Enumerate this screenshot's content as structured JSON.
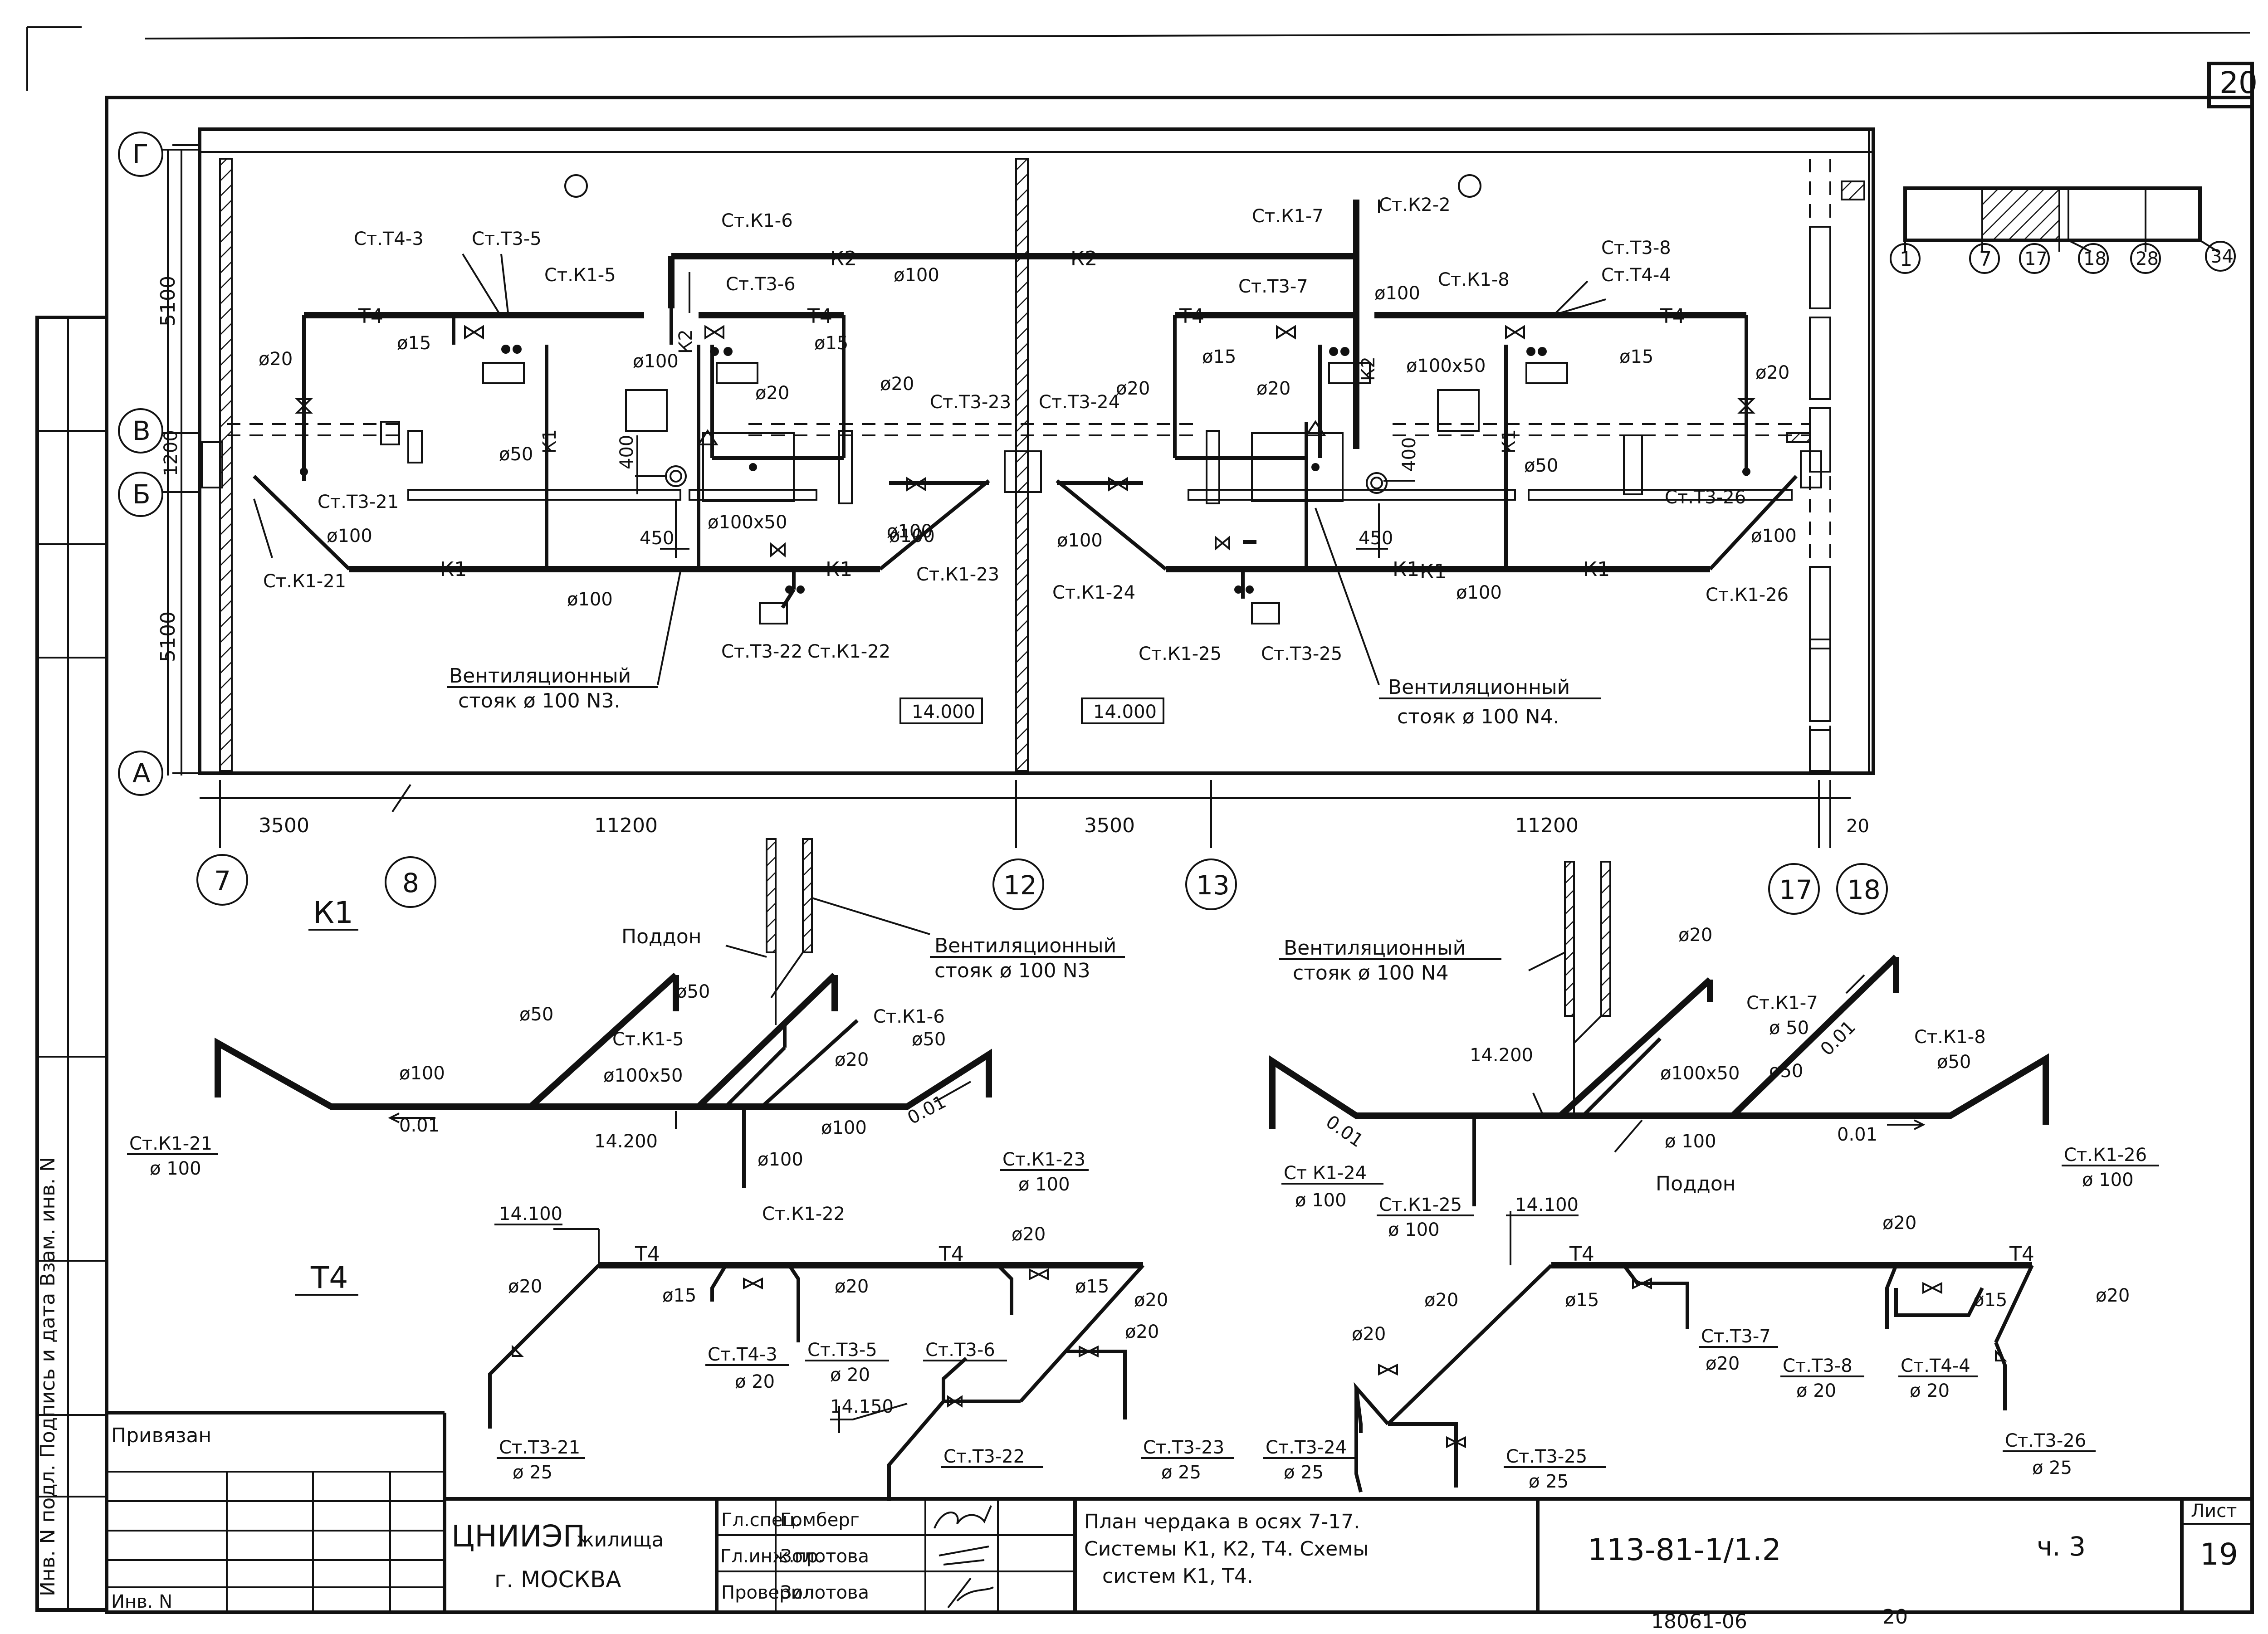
{
  "sheet": {
    "page_number": "20",
    "sheet_number": "19",
    "sheet_label": "Лист",
    "doc_code": "113-81-1/1.2",
    "part": "ч. 3",
    "bottom_note": "18061-06",
    "bottom_note_2": "20"
  },
  "title_block": {
    "privyazan": "Привязан",
    "inv": "Инв. N",
    "org_1": "ЦНИИЭП",
    "org_2": "жилища",
    "org_city": "г. МОСКВА",
    "roles": [
      "Гл.спец.",
      "Гл.инж.пр.",
      "Проверил"
    ],
    "names": [
      "Гомберг",
      "Золотова",
      "Золотова"
    ],
    "title_lines": [
      "План чердака в осях 7-17.",
      "Системы К1, К2, Т4. Схемы",
      "систем К1, Т4."
    ],
    "left_margin_stamp": "Инв. N подл. Подпись и дата Взам. инв. N"
  },
  "key_plan": {
    "labels": [
      "1",
      "7",
      "17",
      "18",
      "28",
      "34"
    ]
  },
  "plan": {
    "axes_rows": [
      "Г",
      "В",
      "Б",
      "А"
    ],
    "axes_cols": [
      "7",
      "8",
      "12",
      "13",
      "17",
      "18"
    ],
    "dims_bottom": [
      "3500",
      "11200",
      "3500",
      "11200",
      "20"
    ],
    "dims_left": [
      "5100",
      "1200",
      "5100"
    ],
    "dims_local": [
      "400",
      "450",
      "400",
      "450"
    ],
    "risers": [
      "Ст.Т4-3",
      "Ст.Т3-5",
      "Ст.К1-5",
      "Ст.К1-6",
      "Ст.Т3-6",
      "Ст.Т3-23",
      "Ст.Т3-24",
      "Ст.К1-7",
      "Ст.Т3-7",
      "Ст.К2-2",
      "Ст.К1-8",
      "Ст.Т3-8",
      "Ст.Т4-4",
      "Ст.Т3-21",
      "Ст.К1-21",
      "Ст.К1-23",
      "Ст.К1-24",
      "Ст.Т3-26",
      "Ст.К1-26",
      "Ст.Т3-22",
      "Ст.К1-22",
      "Ст.К1-25",
      "Ст.Т3-25"
    ],
    "pipe_labels": [
      "К2",
      "К2",
      "Т4",
      "Т4",
      "Т4",
      "Т4",
      "К1",
      "К1",
      "К1",
      "К1",
      "К1",
      "К2",
      "К1",
      "К2",
      "К1"
    ],
    "diameters": [
      "ø100",
      "ø20",
      "ø15",
      "ø15",
      "ø100",
      "ø20",
      "ø20",
      "ø50",
      "ø100",
      "ø100x50",
      "ø100",
      "ø100",
      "ø20",
      "ø15",
      "ø20",
      "ø100x50",
      "ø15",
      "ø20",
      "ø50",
      "ø100",
      "ø100",
      "ø100",
      "ø100",
      "ø100"
    ],
    "level_marks": [
      "14.000",
      "14.000"
    ],
    "vent_1": [
      "Вентиляционный",
      "стояк ø 100 N3."
    ],
    "vent_2": [
      "Вентиляционный",
      "стояк ø 100 N4."
    ]
  },
  "scheme_k1": {
    "title": "К1",
    "poddon": "Поддон",
    "vent_left": [
      "Вентиляционный",
      "стояк ø 100 N3"
    ],
    "vent_right": [
      "Вентиляционный",
      "стояк ø 100 N4"
    ],
    "labels": [
      "Ст.К1-21",
      "ø 100",
      "ø100",
      "0.01",
      "ø50",
      "Ст.К1-5",
      "ø50",
      "ø100x50",
      "Ст.К1-6",
      "ø50",
      "ø20",
      "14.200",
      "ø100",
      "ø100",
      "Ст.К1-22",
      "0.01",
      "Ст.К1-23",
      "ø 100",
      "ø20",
      "Ст.К1-7",
      "ø 50",
      "0.01",
      "ø50",
      "Ст.К1-8",
      "ø50",
      "14.200",
      "ø100x50",
      "Ст К1-24",
      "ø 100",
      "0.01",
      "Ст.К1-25",
      "ø 100",
      "ø 100",
      "Поддон",
      "0.01",
      "Ст.К1-26",
      "ø 100"
    ]
  },
  "scheme_t4": {
    "title": "Т4",
    "labels": [
      "14.100",
      "Т4",
      "Т4",
      "ø20",
      "ø20",
      "ø15",
      "ø20",
      "ø15",
      "ø20",
      "Ст.Т4-3",
      "ø 20",
      "Ст.Т3-5",
      "ø 20",
      "Ст.Т3-6",
      "ø20",
      "14.150",
      "Ст.Т3-22",
      "Ст.Т3-23",
      "ø 25",
      "Ст.Т3-21",
      "ø 25",
      "14.100",
      "Т4",
      "Т4",
      "ø20",
      "ø20",
      "ø15",
      "ø15",
      "ø20",
      "ø20",
      "Ст.Т3-7",
      "ø20",
      "Ст.Т3-8",
      "ø 20",
      "Ст.Т4-4",
      "ø 20",
      "Ст.Т3-24",
      "ø 25",
      "Ст.Т3-25",
      "ø 25",
      "Ст.Т3-26",
      "ø 25"
    ]
  }
}
